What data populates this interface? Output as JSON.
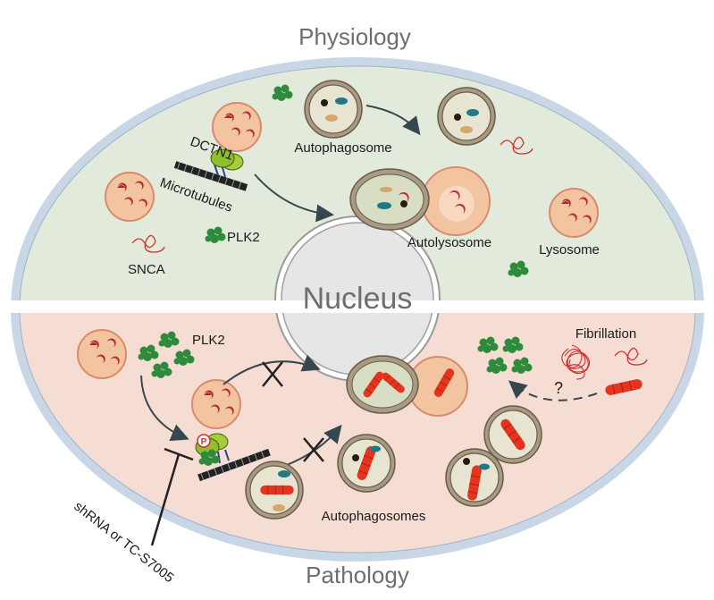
{
  "titles": {
    "top": "Physiology",
    "bottom": "Pathology",
    "center": "Nucleus"
  },
  "physiology": {
    "dctn1": "DCTN1",
    "microtubules": "Microtubules",
    "autophagosome": "Autophagosome",
    "autolysosome": "Autolysosome",
    "lysosome": "Lysosome",
    "snca": "SNCA",
    "plk2": "PLK2"
  },
  "pathology": {
    "plk2": "PLK2",
    "fibrillation": "Fibrillation",
    "question": "?",
    "phospho": "P",
    "autophagosomes": "Autophagosomes",
    "inhibitor": "shRNA or TC-S7005"
  },
  "colors": {
    "physiology_fill": "#e2eadb",
    "pathology_fill": "#f6ddd3",
    "membrane": "#c9d6e6",
    "lysosome": "#f2c7a3",
    "cargo": "#b0232b",
    "plk2": "#2e8b3c",
    "fibril": "#e4341f"
  }
}
